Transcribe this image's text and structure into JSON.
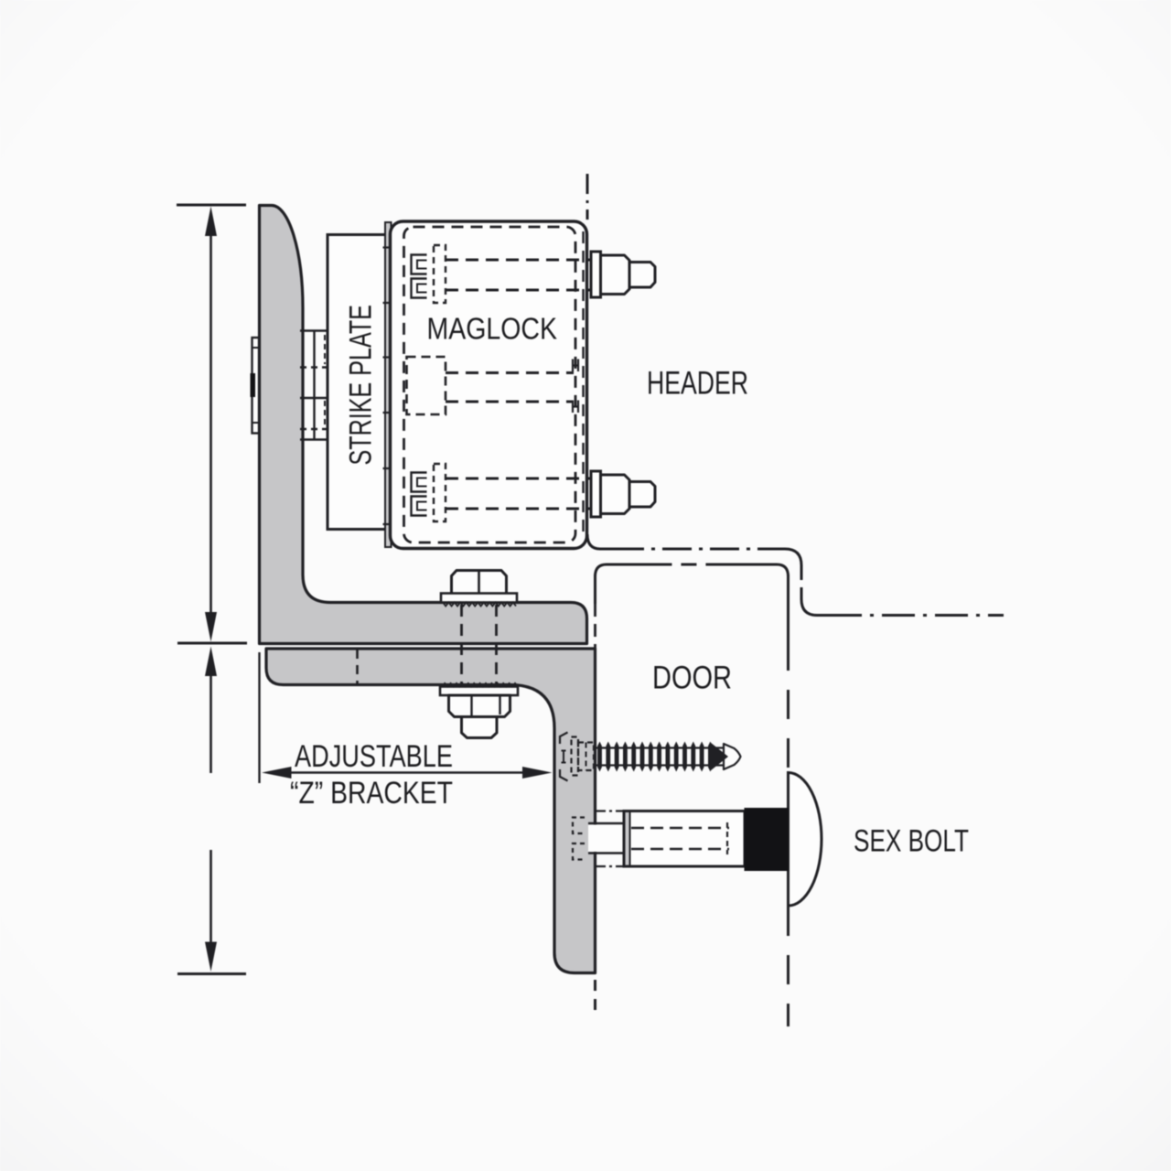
{
  "page": {
    "title": "Maglock adjustable Z-bracket installation diagram",
    "background": "#fbfbfb"
  },
  "colors": {
    "bg": "#fbfbfb",
    "line": "#202024",
    "text": "#1c1c1f",
    "metal": "#c6c6c8",
    "paper": "#fdfdfd",
    "black": "#121215"
  },
  "labels": {
    "maglock": "MAGLOCK",
    "header": "HEADER",
    "door": "DOOR",
    "sex_bolt": "SEX BOLT",
    "strike_plate": "STRIKE PLATE",
    "adjustable_line1": "ADJUSTABLE",
    "adjustable_line2": "“Z” BRACKET"
  }
}
